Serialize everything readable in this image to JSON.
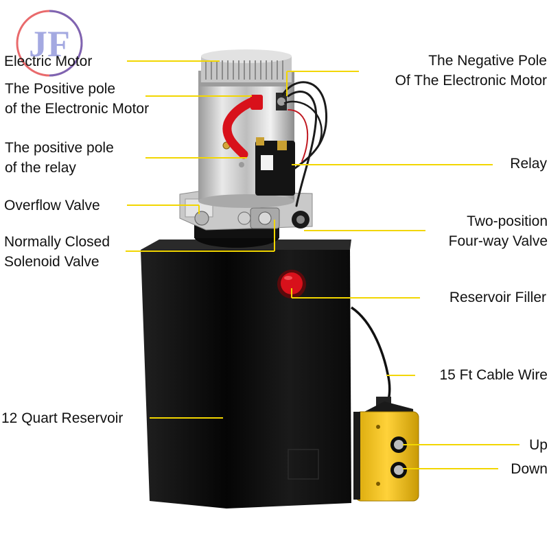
{
  "colors": {
    "leader_line": "#f2d600",
    "tank": "#0d0d0d",
    "motor_silver": "#d4d4d4",
    "cap_red": "#d8111b",
    "pendant_yellow": "#f3c417",
    "logo_red": "#e2383b",
    "logo_blue": "#5a63c9"
  },
  "logo": {
    "letters": "JF"
  },
  "labels": {
    "electric_motor": "Electric Motor",
    "positive_pole_motor": [
      "The Positive pole",
      "of the Electronic Motor"
    ],
    "positive_pole_relay": [
      "The positive pole",
      "of the relay"
    ],
    "overflow_valve": "Overflow Valve",
    "normally_closed": [
      "Normally Closed",
      "Solenoid Valve"
    ],
    "quart_reservoir": "12 Quart Reservoir",
    "negative_pole": [
      "The Negative Pole",
      "Of The Electronic Motor"
    ],
    "relay": "Relay",
    "two_position": [
      "Two-position",
      "Four-way Valve"
    ],
    "reservoir_filler": "Reservoir Filler",
    "cable_wire": "15 Ft Cable Wire",
    "up": "Up",
    "down": "Down"
  }
}
